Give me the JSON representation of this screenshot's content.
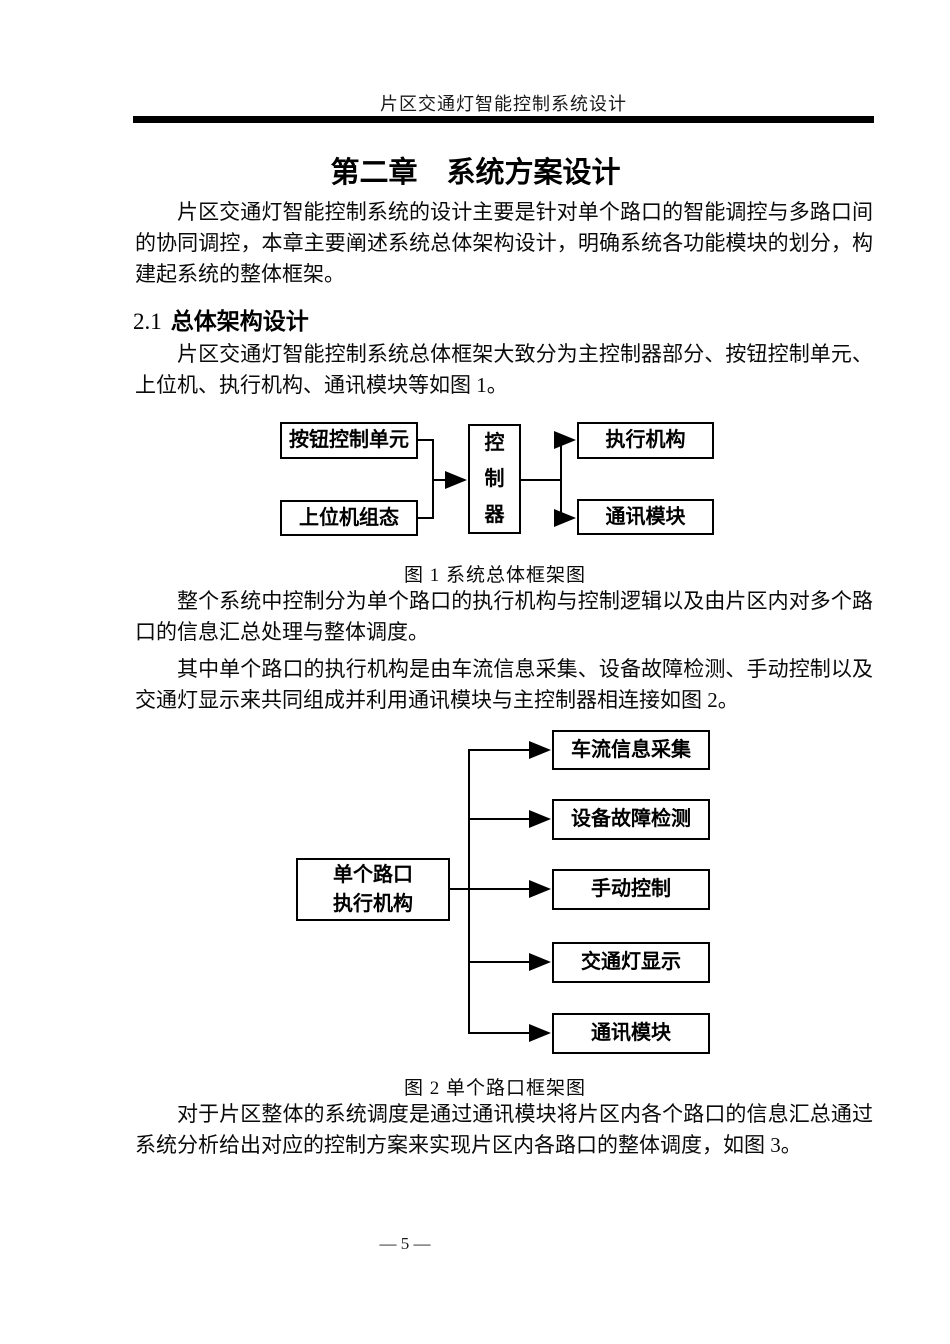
{
  "colors": {
    "text": "#000000",
    "page_background": "#ffffff",
    "rule": "#000000"
  },
  "document": {
    "header_title": "片区交通灯智能控制系统设计",
    "chapter_title": "第二章　系统方案设计",
    "paragraph_1": "片区交通灯智能控制系统的设计主要是针对单个路口的智能调控与多路口间的协同调控，本章主要阐述系统总体架构设计，明确系统各功能模块的划分，构建起系统的整体框架。",
    "section_number": "2.1",
    "section_title": "总体架构设计",
    "paragraph_2": "片区交通灯智能控制系统总体框架大致分为主控制器部分、按钮控制单元、上位机、执行机构、通讯模块等如图 1。",
    "paragraph_3": "整个系统中控制分为单个路口的执行机构与控制逻辑以及由片区内对多个路口的信息汇总处理与整体调度。",
    "paragraph_4": "其中单个路口的执行机构是由车流信息采集、设备故障检测、手动控制以及交通灯显示来共同组成并利用通讯模块与主控制器相连接如图 2。",
    "paragraph_5": "对于片区整体的系统调度是通过通讯模块将片区内各个路口的信息汇总通过系统分析给出对应的控制方案来实现片区内各路口的整体调度，如图 3。",
    "footer_page_number": "— 5 —"
  },
  "figure1": {
    "caption": "图 1 系统总体框架图",
    "left_boxes": [
      "按钮控制单元",
      "上位机组态"
    ],
    "center_box": "控制器",
    "right_boxes": [
      "执行机构",
      "通讯模块"
    ]
  },
  "figure2": {
    "caption": "图 2 单个路口框架图",
    "source_box": "单个路口 执行机构",
    "source_box_line1": "单个路口",
    "source_box_line2": "执行机构",
    "target_boxes": [
      "车流信息采集",
      "设备故障检测",
      "手动控制",
      "交通灯显示",
      "通讯模块"
    ]
  }
}
